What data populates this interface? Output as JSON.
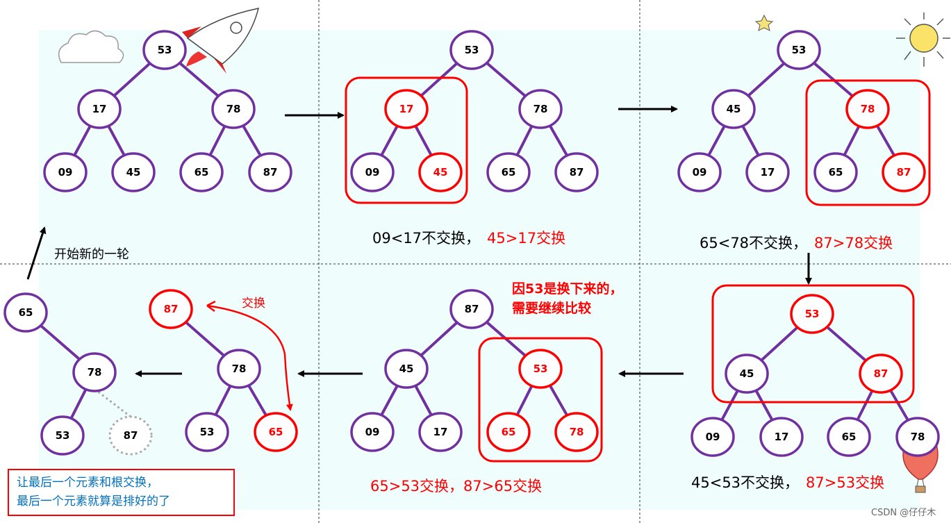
{
  "colors": {
    "edge": "#7030a0",
    "node": "#7030a0",
    "highlight": "#ff0000",
    "text": "#000000",
    "note_blue": "#0070c0",
    "panel_bg": "#f0fdfd"
  },
  "nodes": {
    "p1_53": "53",
    "p1_17": "17",
    "p1_78": "78",
    "p1_09": "09",
    "p1_45": "45",
    "p1_65": "65",
    "p1_87": "87",
    "p2_53": "53",
    "p2_17": "17",
    "p2_78": "78",
    "p2_09": "09",
    "p2_45": "45",
    "p2_65": "65",
    "p2_87": "87",
    "p3_53": "53",
    "p3_45": "45",
    "p3_78": "78",
    "p3_09": "09",
    "p3_17": "17",
    "p3_65": "65",
    "p3_87": "87",
    "p4_53": "53",
    "p4_45": "45",
    "p4_87": "87",
    "p4_09": "09",
    "p4_17": "17",
    "p4_65": "65",
    "p4_78": "78",
    "p5_87": "87",
    "p5_45": "45",
    "p5_53": "53",
    "p5_09": "09",
    "p5_17": "17",
    "p5_65": "65",
    "p5_78": "78",
    "p6_87": "87",
    "p6_78": "78",
    "p6_53": "53",
    "p6_65": "65",
    "p7_65": "65",
    "p7_78": "78",
    "p7_53": "53",
    "p7_87": "87"
  },
  "captions": {
    "c2_black": "09<17不交换，",
    "c2_red": "45>17交换",
    "c3_black": "65<78不交换，",
    "c3_red": "87>78交换",
    "c4_black": "45<53不交换，",
    "c4_red": "87>53交换",
    "c5_red": "65>53交换，87>65交换"
  },
  "notes": {
    "reason_line1": "因53是换下来的，",
    "reason_line2": "需要继续比较",
    "swap_label": "交换",
    "new_round": "开始新的一轮",
    "final_line1": "让最后一个元素和根交换，",
    "final_line2": "最后一个元素就算是排好的了",
    "watermark": "CSDN @仔仔木"
  },
  "icons": [
    "cloud-icon",
    "rocket-icon",
    "star-icon",
    "sun-icon",
    "balloon-icon"
  ]
}
